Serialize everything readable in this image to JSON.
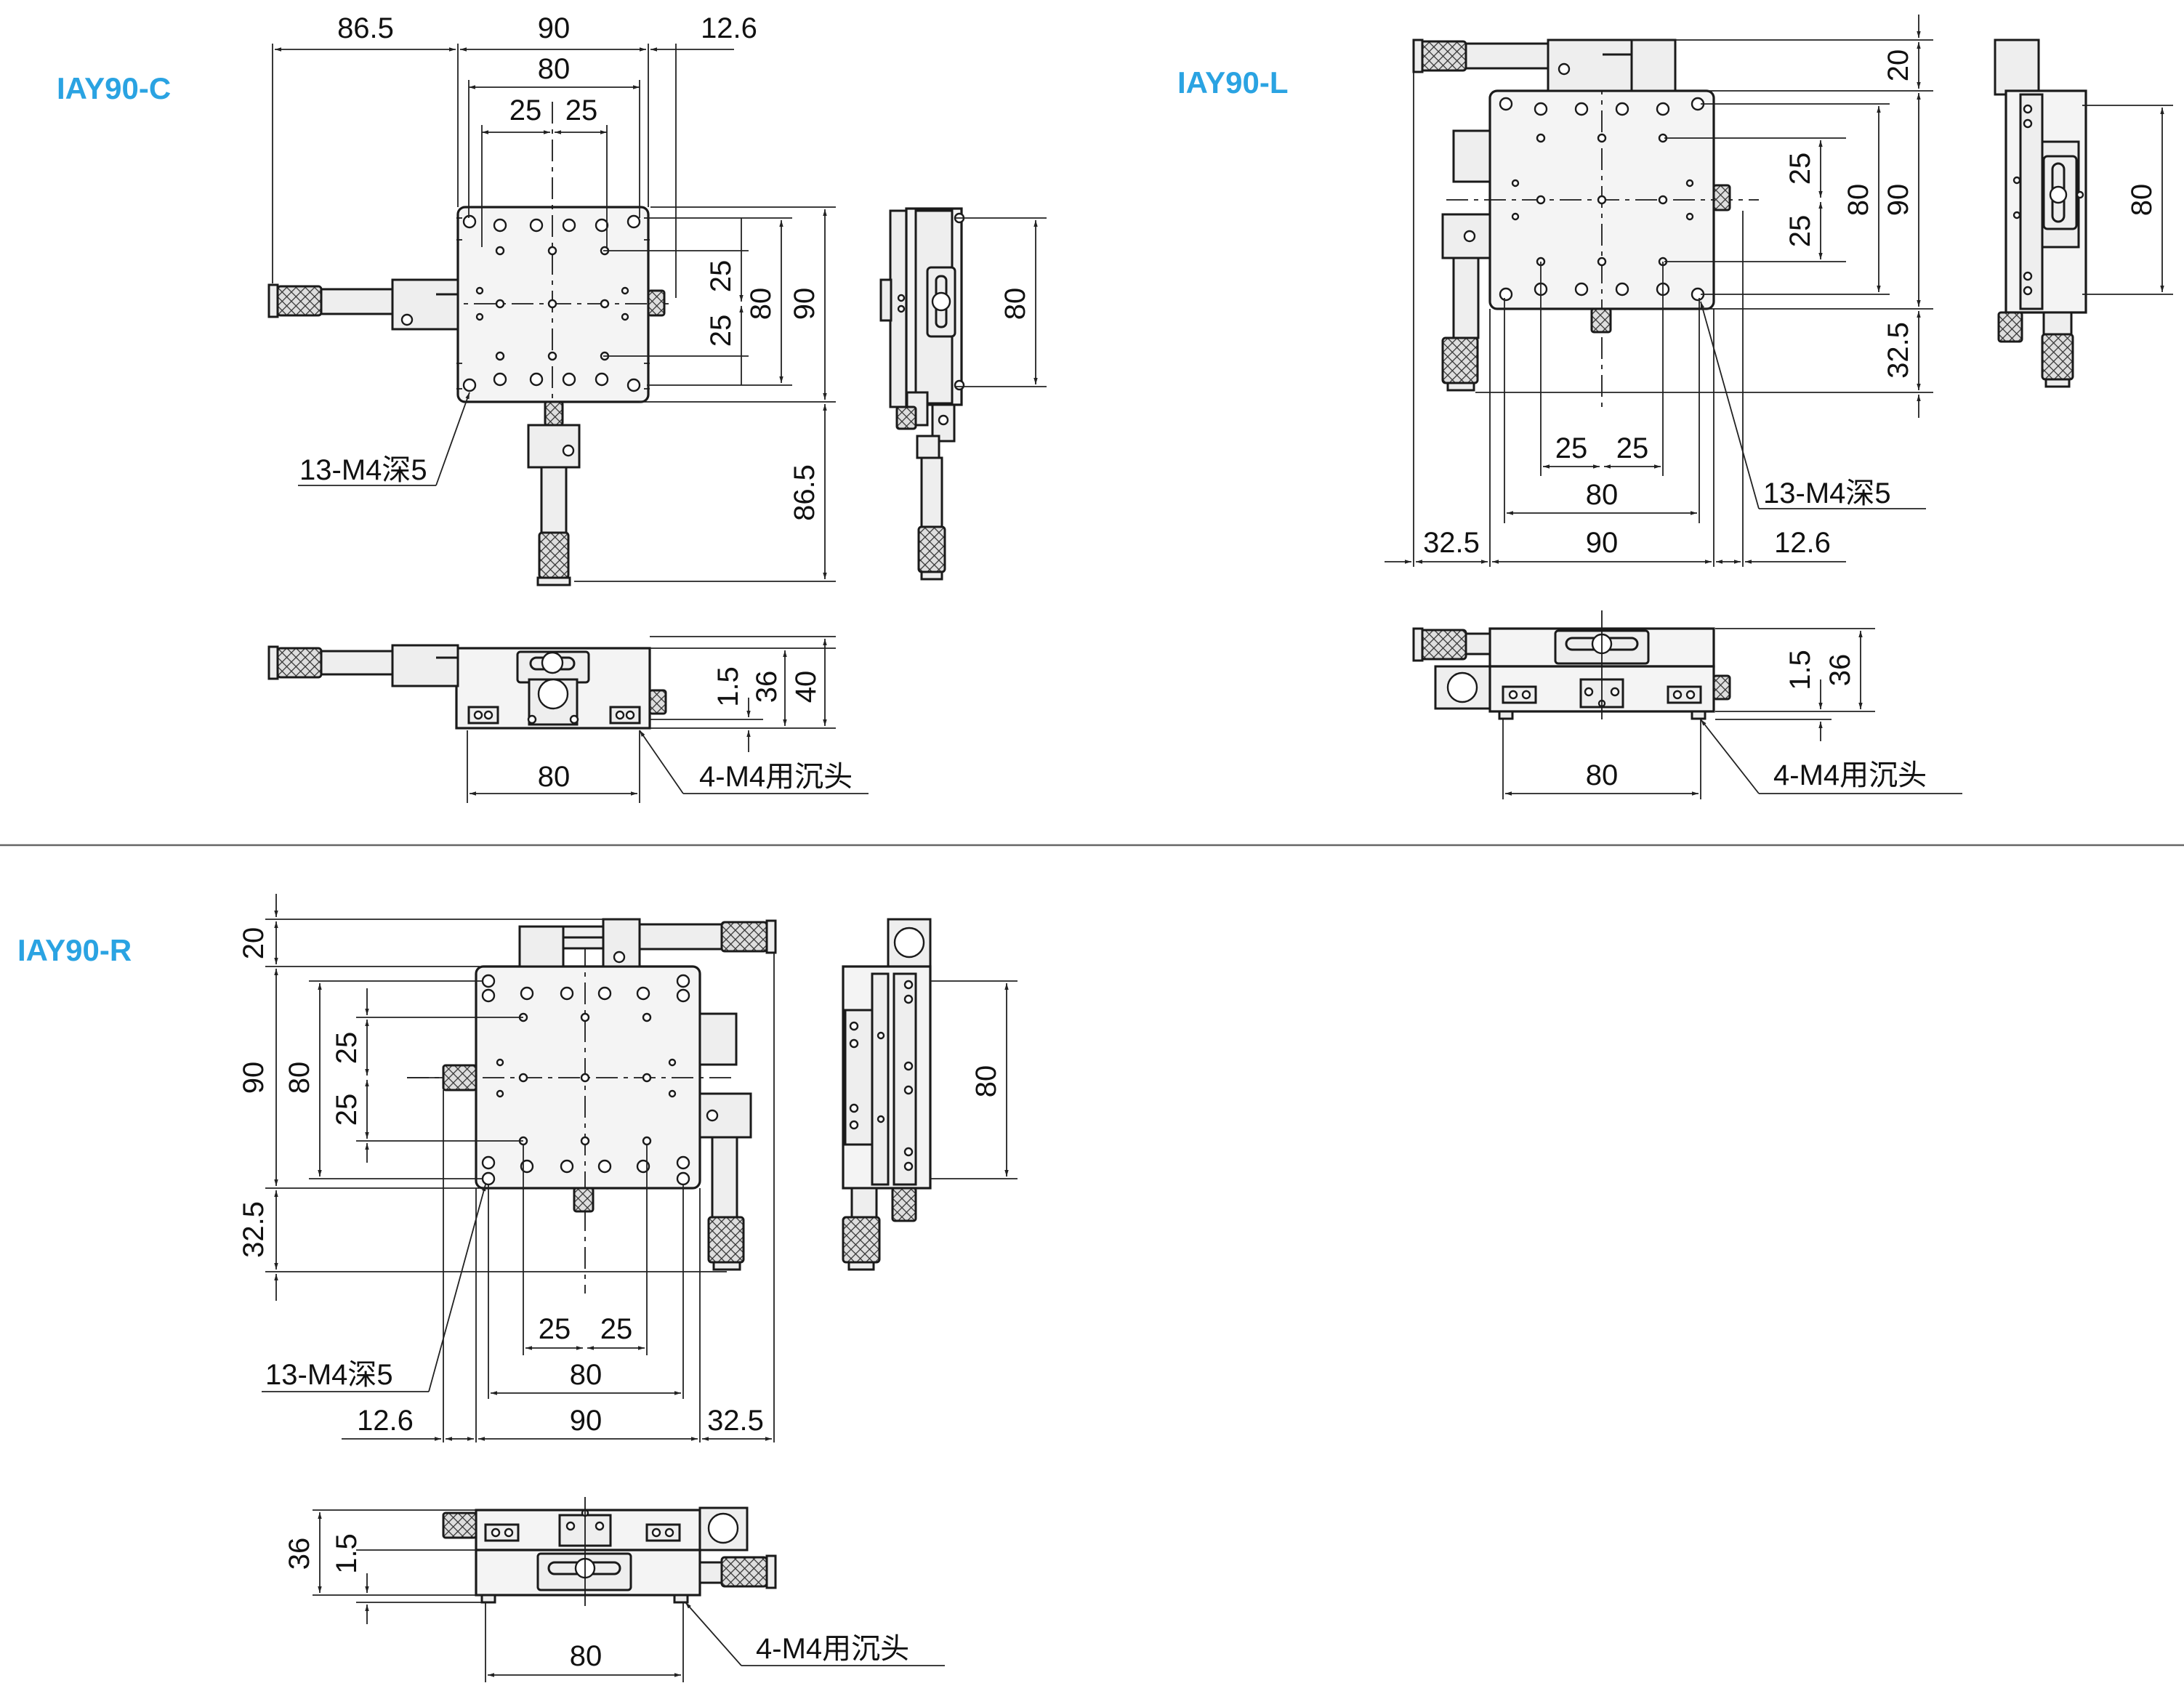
{
  "views": [
    {
      "id": "IAY90-C",
      "title": "IAY90-C",
      "top_dims": [
        "86.5",
        "90",
        "12.6",
        "80",
        "25",
        "25"
      ],
      "right_dims": [
        "25",
        "25",
        "80",
        "90",
        "86.5"
      ],
      "side_dims": [
        "80"
      ],
      "hole_note": "13-M4深5",
      "front_dims": [
        "1.5",
        "36",
        "40",
        "80"
      ],
      "countersink_note": "4-M4用沉头"
    },
    {
      "id": "IAY90-L",
      "title": "IAY90-L",
      "right_dims": [
        "20",
        "25",
        "25",
        "80",
        "90",
        "32.5"
      ],
      "bottom_dims": [
        "25",
        "25",
        "80",
        "32.5",
        "90",
        "12.6"
      ],
      "side_dims": [
        "80"
      ],
      "hole_note": "13-M4深5",
      "front_dims": [
        "1.5",
        "36",
        "80"
      ],
      "countersink_note": "4-M4用沉头"
    },
    {
      "id": "IAY90-R",
      "title": "IAY90-R",
      "left_dims": [
        "20",
        "90",
        "80",
        "25",
        "25",
        "32.5"
      ],
      "bottom_dims": [
        "25",
        "25",
        "80",
        "12.6",
        "90",
        "32.5"
      ],
      "side_dims": [
        "80"
      ],
      "hole_note": "13-M4深5",
      "front_dims": [
        "36",
        "1.5",
        "80"
      ],
      "countersink_note": "4-M4用沉头"
    }
  ]
}
